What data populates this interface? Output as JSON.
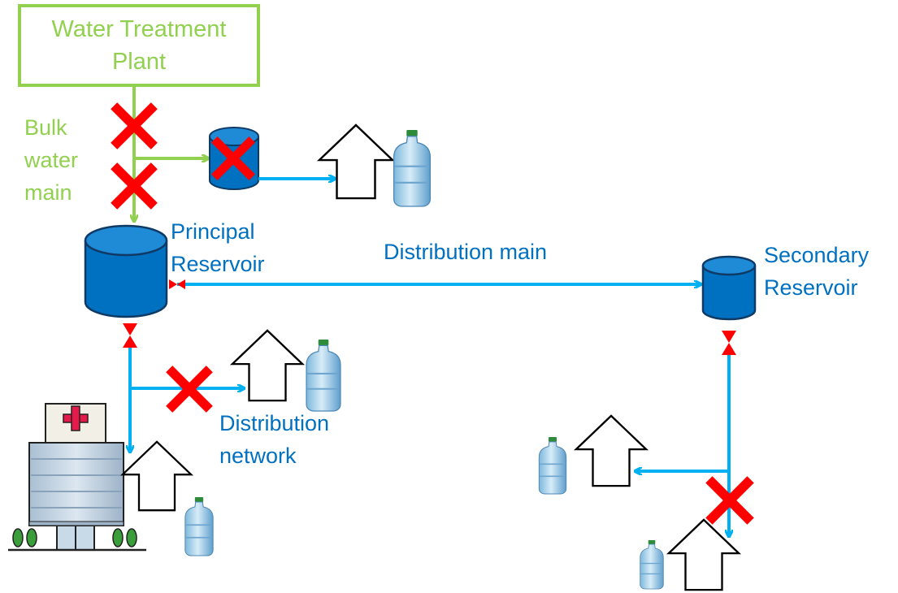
{
  "labels": {
    "plant": "Water Treatment Plant",
    "bulk_main": [
      "Bulk",
      "water",
      "main"
    ],
    "principal_reservoir": [
      "Principal",
      "Reservoir"
    ],
    "distribution_main": "Distribution main",
    "secondary_reservoir": [
      "Secondary",
      "Reservoir"
    ],
    "distribution_network": [
      "Distribution",
      "network"
    ]
  },
  "colors": {
    "green": "#92D050",
    "blue": "#0070C0",
    "pipe": "#00B0F0",
    "cross": "#FF0000",
    "valve": "#FF0000"
  },
  "icons": [
    "water-treatment-plant",
    "reservoir-tank",
    "house-icon",
    "water-bottle-icon",
    "hospital-icon",
    "valve-icon",
    "failure-cross-icon",
    "flow-arrow"
  ]
}
